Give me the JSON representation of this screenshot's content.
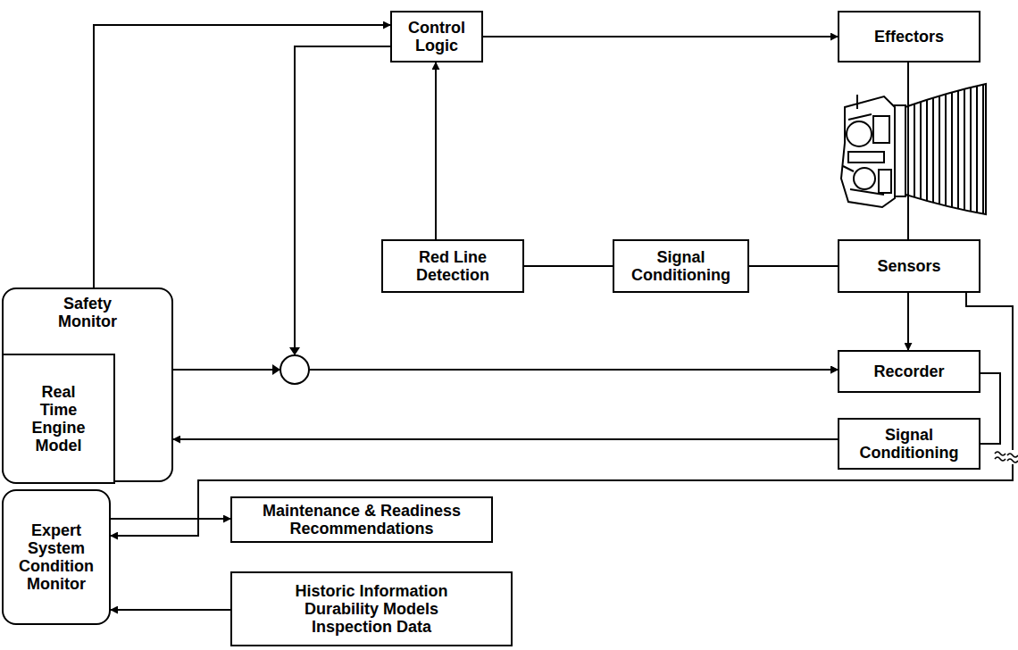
{
  "diagram": {
    "nodes": [
      {
        "text": [
          "Control Logic"
        ]
      },
      {
        "text": [
          "Effectors"
        ]
      },
      {
        "text": [
          "Red Line Detection"
        ]
      },
      {
        "text": [
          "Signal Conditioning"
        ]
      },
      {
        "text": [
          "Sensors"
        ]
      },
      {
        "text": [
          "Safety Monitor"
        ]
      },
      {
        "text": [
          "Real Time Engine Model"
        ],
        "in": 5
      },
      {
        "text": [
          "Recorder"
        ]
      },
      {
        "text": [
          "Signal Conditioning"
        ]
      },
      {
        "text": [
          "Expert System Condition Monitor"
        ]
      },
      {
        "text": [
          "Maintenance & Readiness Recommendations"
        ]
      },
      {
        "text": [
          "Historic Information Durability Models Inspection Data"
        ]
      }
    ],
    "edges": [
      {
        "from": 5,
        "to": 0,
        "arrow": "to"
      },
      {
        "from": 0,
        "to": 1,
        "arrow": "to"
      },
      {
        "from": 1,
        "to": 4,
        "arrow": "none"
      },
      {
        "from": 4,
        "to": 3,
        "arrow": "none"
      },
      {
        "from": 3,
        "to": 2,
        "arrow": "none"
      },
      {
        "from": 2,
        "to": 0,
        "arrow": "to"
      },
      {
        "from": 0,
        "to": 7,
        "arrow": "to"
      },
      {
        "from": 5,
        "to": 7,
        "arrow": "to"
      },
      {
        "from": 4,
        "to": 7,
        "arrow": "to"
      },
      {
        "from": 7,
        "to": 8,
        "arrow": "none"
      },
      {
        "from": 8,
        "to": 5,
        "arrow": "to"
      },
      {
        "from": 4,
        "to": 9,
        "arrow": "to"
      },
      {
        "from": 9,
        "to": 10,
        "arrow": "to"
      },
      {
        "from": 11,
        "to": 9,
        "arrow": "to"
      }
    ]
  }
}
